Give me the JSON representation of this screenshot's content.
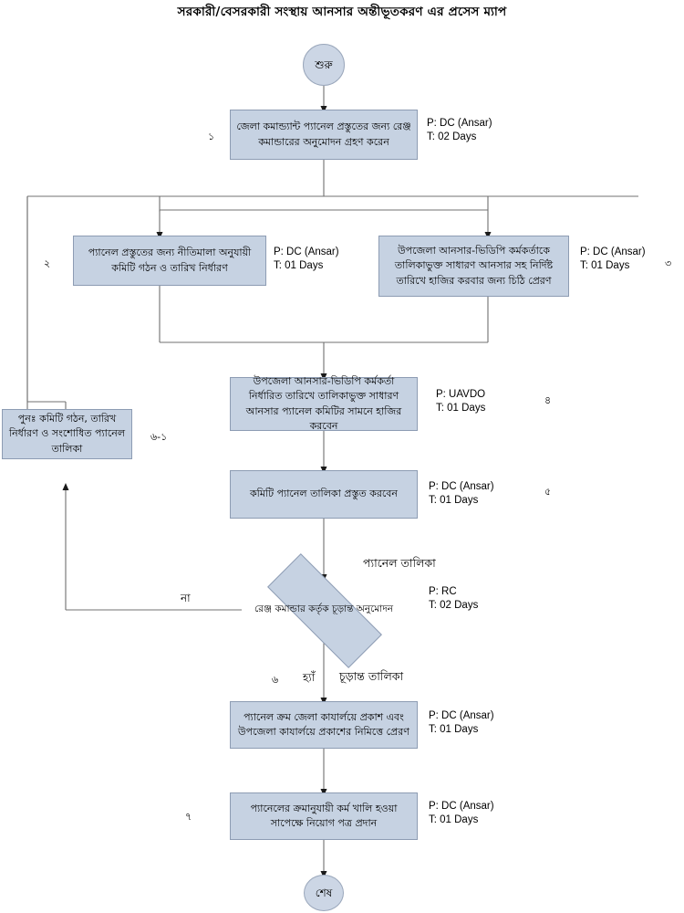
{
  "title": "সরকারী/বেসরকারী সংস্থায় আনসার অন্তীভূতকরণ এর প্রসেস ম্যাপ",
  "colors": {
    "node_fill": "#c6d2e2",
    "node_border": "#8d9cb3",
    "terminator_fill": "#ccd6e5",
    "line": "#707070",
    "text": "#000000",
    "page_bg": "#ffffff"
  },
  "nodes": {
    "start": {
      "label": "শুরু",
      "type": "terminator"
    },
    "end": {
      "label": "শেষ",
      "type": "terminator"
    },
    "step1": {
      "label": "জেলা কমান্ড্যান্ট প্যানেল প্রস্তুতের জন্য রেঞ্জ কমান্ডারের অনুমোদন গ্রহণ করেন",
      "performer": "P: DC (Ansar)",
      "time": "T: 02 Days",
      "number": "১"
    },
    "step2": {
      "label": "প্যানেল প্রস্তুতের জন্য নীতিমালা অনুযায়ী কমিটি গঠন ও তারিখ নির্ধারণ",
      "performer": "P: DC (Ansar)",
      "time": "T: 01 Days",
      "number": "২"
    },
    "step3": {
      "label": "উপজেলা আনসার-ভিডিপি কর্মকর্তাকে তালিকাভুক্ত সাধারণ আনসার সহ নির্দিষ্ট তারিখে হাজির করবার জন্য চিঠি প্রেরণ",
      "performer": "P: DC (Ansar)",
      "time": "T: 01 Days",
      "number": "৩"
    },
    "step4": {
      "label": "উপজেলা আনসার-ভিডিপি কর্মকর্তা নির্ধারিত তারিখে তালিকাভুক্ত সাধারণ আনসার প্যানেল কমিটির সামনে হাজির করবেন",
      "performer": "P: UAVDO",
      "time": "T: 01 Days",
      "number": "৪"
    },
    "step5": {
      "label": "কমিটি প্যানেল তালিকা প্রস্তুত করবেন",
      "performer": "P: DC (Ansar)",
      "time": "T: 01 Days",
      "number": "৫"
    },
    "rework": {
      "label": "পুনঃ  কমিটি গঠন, তারিখ নির্ধারণ ও সংশোধিত প্যানেল তালিকা",
      "number": "৬-১"
    },
    "decision": {
      "label": "রেঞ্জ কমান্ডার কর্তৃক চূড়ান্ত অনুমোদন",
      "performer": "P: RC",
      "time": "T: 02 Days",
      "number": "৬",
      "yes_label": "হ্যাঁ",
      "no_label": "না"
    },
    "step7": {
      "label": "প্যানেল ক্রম জেলা কাযার্লয়ে প্রকাশ এবং উপজেলা কাযার্লয়ে প্রকাশের নিমিত্তে প্রেরণ",
      "performer": "P: DC (Ansar)",
      "time": "T: 01 Days"
    },
    "step8": {
      "label": "প্যানেলের ক্রমানুযায়ী কর্ম খালি হওয়া সাপেক্ষে নিয়োগ পত্র প্রদান",
      "performer": "P: DC (Ansar)",
      "time": "T: 01 Days",
      "number": "৭"
    }
  },
  "flow_labels": {
    "panel_list": "প্যানেল তালিকা",
    "final_list": "চূড়ান্ত তালিকা"
  }
}
